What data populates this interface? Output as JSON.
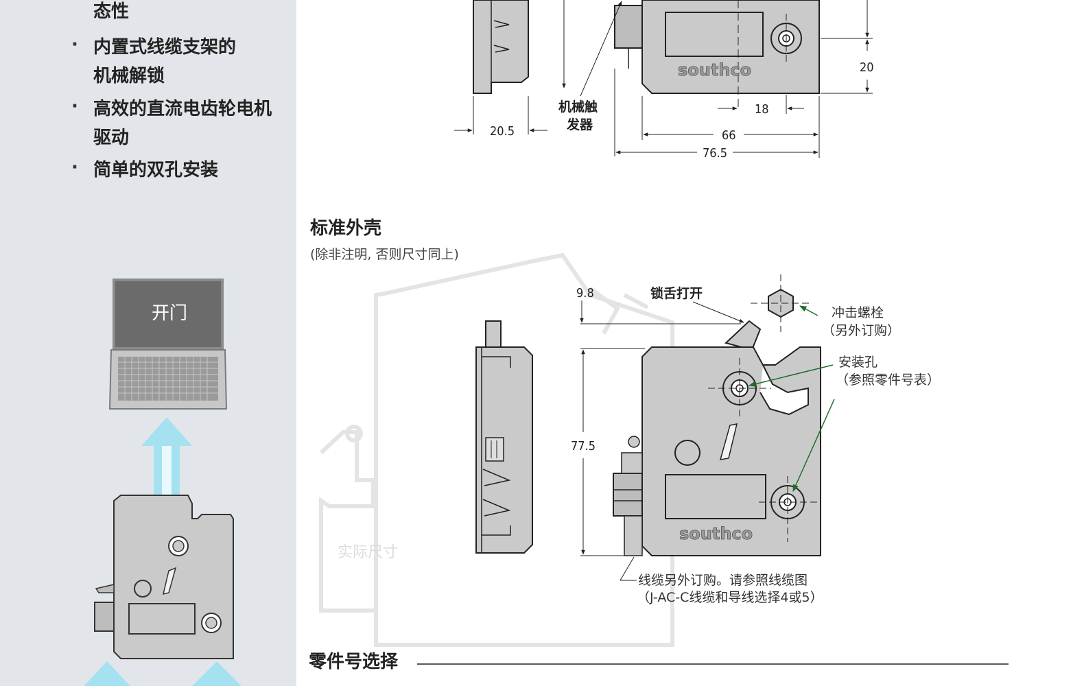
{
  "sidebar": {
    "bullets": [
      {
        "lines": [
          "态性"
        ],
        "has_dot": false
      },
      {
        "lines": [
          "内置式线缆支架的",
          "机械解锁"
        ],
        "has_dot": true
      },
      {
        "lines": [
          "高效的直流电齿轮电机",
          "驱动"
        ],
        "has_dot": true
      },
      {
        "lines": [
          "简单的双孔安装"
        ],
        "has_dot": true
      }
    ],
    "laptop_label": "开门"
  },
  "top_drawing": {
    "labels": {
      "trigger": [
        "机械触",
        "发器"
      ],
      "brand": "southco"
    },
    "dimensions": {
      "depth": "20.5",
      "hole_spacing": "18",
      "body_width": "66",
      "overall_width": "76.5",
      "bottom_offset": "20"
    }
  },
  "standard_housing": {
    "title": "标准外壳",
    "note": "(除非注明, 否则尺寸同上)",
    "labels": {
      "bolt_open": "锁舌打开",
      "strike": [
        "冲击螺栓",
        "（另外订购）"
      ],
      "mount_hole": [
        "安装孔",
        "（参照零件号表）"
      ],
      "cable": [
        "线缆另外订购。请参照线缆图",
        "（J-AC-C线缆和导线选择4或5）"
      ],
      "watermark": "实际尺寸",
      "brand": "southco"
    },
    "dimensions": {
      "bolt_offset": "9.8",
      "height": "77.5"
    }
  },
  "part_number_section": {
    "title": "零件号选择"
  },
  "colors": {
    "sidebar_bg": "#e2e6ea",
    "part_fill": "#c9c9c9",
    "outline": "#222222",
    "leader_green": "#1f6e2a",
    "arrow_cyan": "#a6e1f2",
    "laptop_screen": "#6b6b6b"
  }
}
